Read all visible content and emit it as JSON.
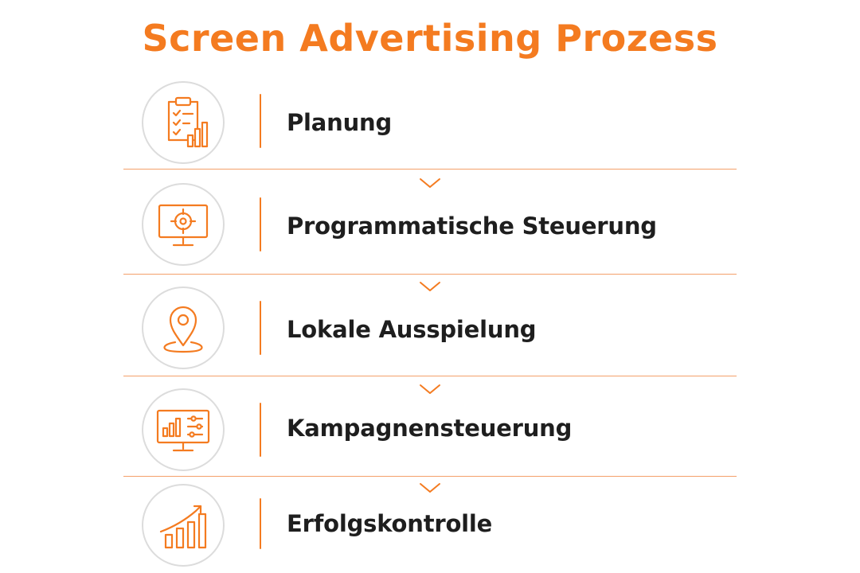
{
  "title": "Screen Advertising Prozess",
  "accent_color": "#F47B20",
  "text_color": "#1E1E1E",
  "steps": [
    {
      "label": "Planung",
      "icon": "clipboard-checklist-chart-icon"
    },
    {
      "label": "Programmatische Steuerung",
      "icon": "monitor-target-icon"
    },
    {
      "label": "Lokale Ausspielung",
      "icon": "location-pin-icon"
    },
    {
      "label": "Kampagnensteuerung",
      "icon": "monitor-chart-sliders-icon"
    },
    {
      "label": "Erfolgskontrolle",
      "icon": "growth-chart-arrow-icon"
    }
  ],
  "connector_icon": "chevron-down-icon"
}
